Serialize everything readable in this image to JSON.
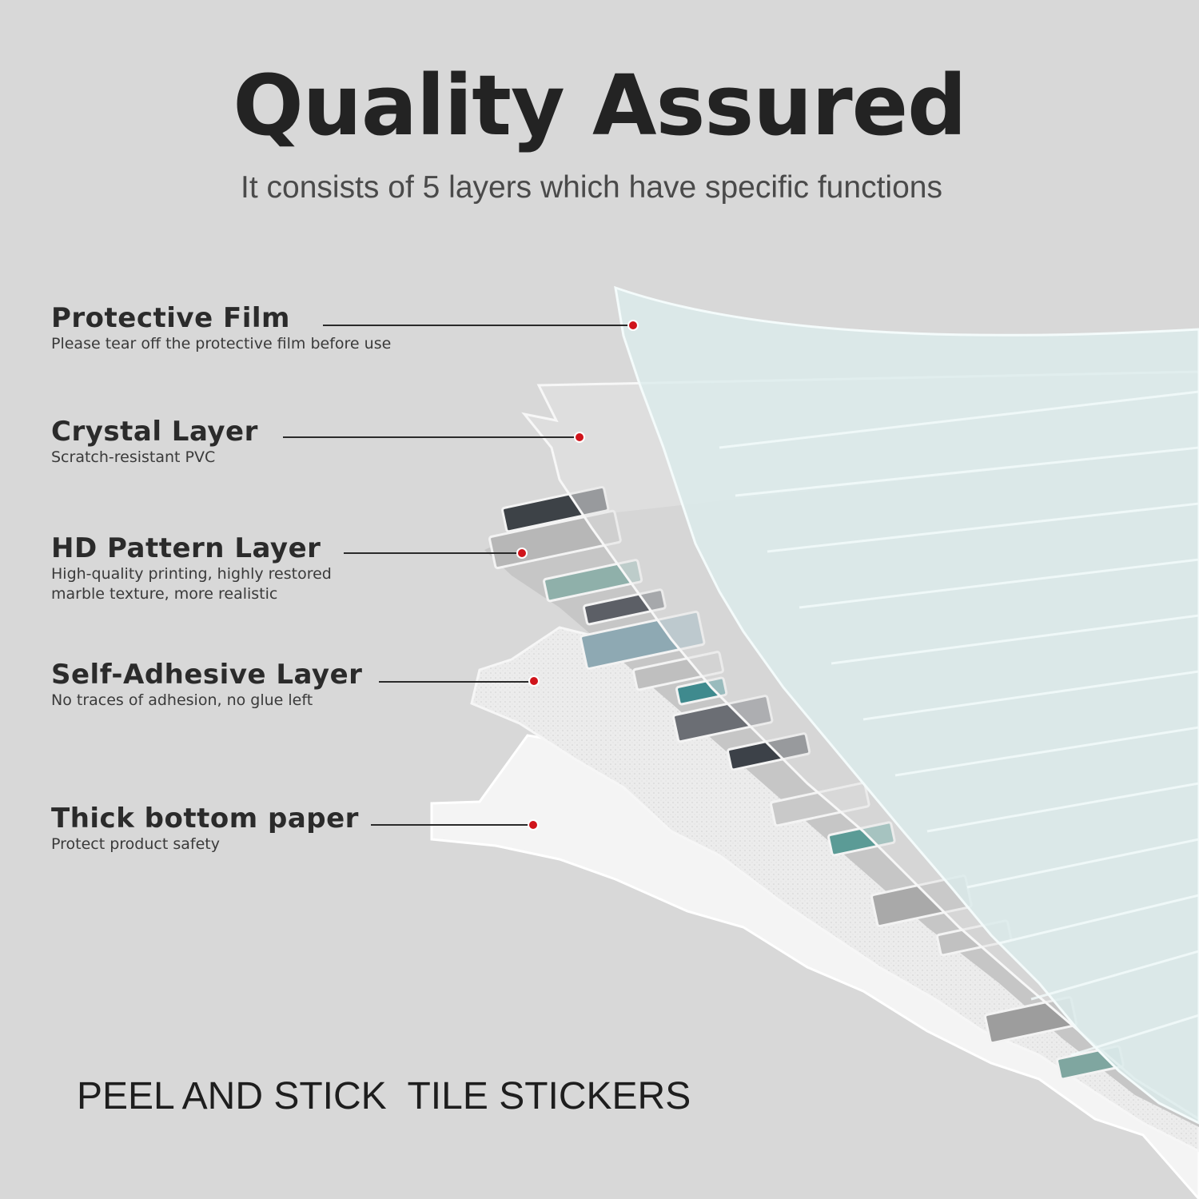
{
  "title": "Quality Assured",
  "subtitle": "It consists of 5 layers which have specific functions",
  "layers": [
    {
      "name": "Protective Film",
      "description": "Please tear off the protective film before use"
    },
    {
      "name": "Crystal Layer",
      "description": "Scratch-resistant PVC"
    },
    {
      "name": "HD Pattern Layer",
      "description": "High-quality printing, highly restored\nmarble texture, more realistic"
    },
    {
      "name": "Self-Adhesive Layer",
      "description": "No traces of adhesion, no glue left"
    },
    {
      "name": "Thick bottom paper",
      "description": "Protect product safety"
    }
  ],
  "footer": "PEEL AND STICK  TILE STICKERS",
  "colors": {
    "background": "#d8d8d8",
    "pointer_dot": "#d0141b",
    "film": "#dcecec",
    "paper": "#f4f4f4"
  }
}
